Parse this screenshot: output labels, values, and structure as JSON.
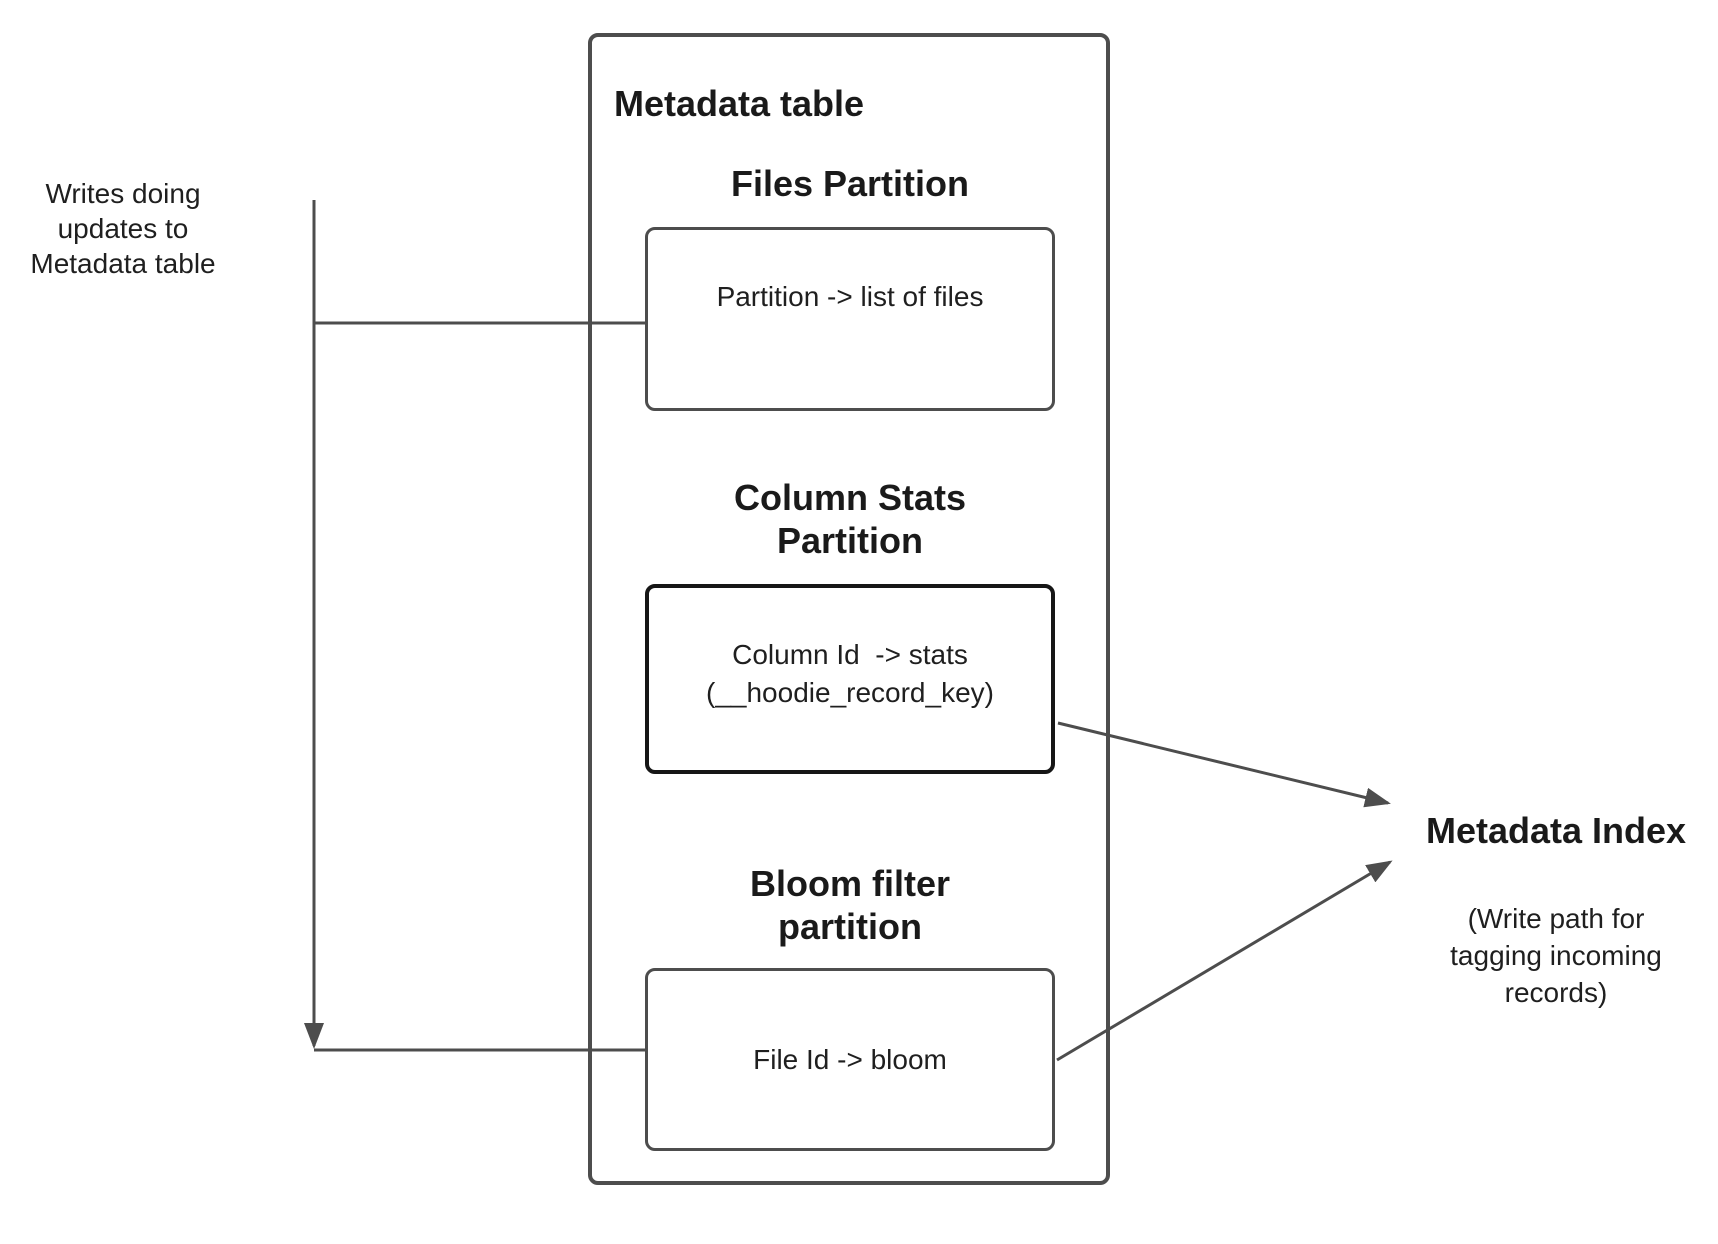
{
  "diagram": {
    "writes_label": "Writes doing\nupdates to\nMetadata table",
    "metadata_table": {
      "title": "Metadata table",
      "partitions": [
        {
          "heading": "Files Partition",
          "body": "Partition -> list of files"
        },
        {
          "heading": "Column Stats\nPartition",
          "body": "Column Id  -> stats\n(__hoodie_record_key)"
        },
        {
          "heading": "Bloom filter\npartition",
          "body": "File Id -> bloom"
        }
      ]
    },
    "metadata_index": {
      "title": "Metadata Index",
      "subtitle": "(Write path for\ntagging incoming\nrecords)"
    },
    "colors": {
      "line": "#4d4d4d",
      "text": "#1f1f1f",
      "emphasis_border": "#161616"
    }
  }
}
